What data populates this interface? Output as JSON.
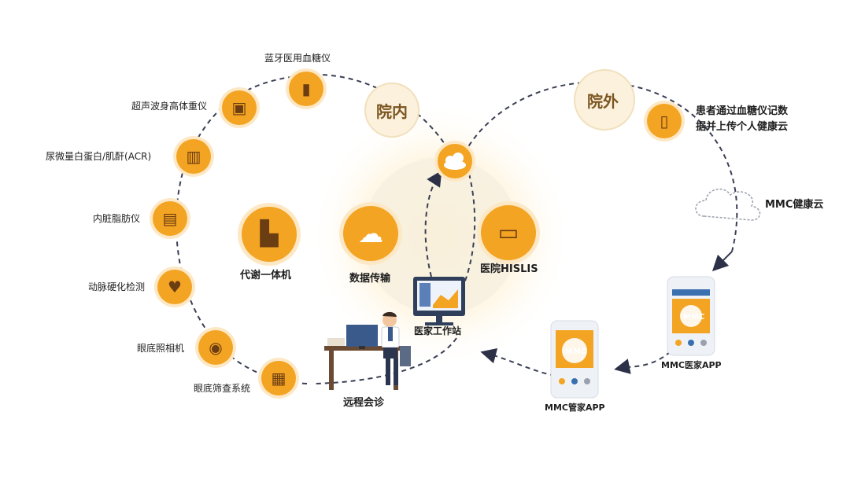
{
  "zones": {
    "inside": "院内",
    "outside": "院外"
  },
  "devices": [
    {
      "label": "蓝牙医用血糖仪",
      "icon": "glucose-meter-icon"
    },
    {
      "label": "超声波身高体重仪",
      "icon": "height-weight-scale-icon"
    },
    {
      "label": "尿微量白蛋白/肌酐(ACR)",
      "icon": "urine-test-icon"
    },
    {
      "label": "内脏脂肪仪",
      "icon": "visceral-fat-meter-icon"
    },
    {
      "label": "动脉硬化检测",
      "icon": "heart-check-icon"
    },
    {
      "label": "眼底照相机",
      "icon": "camera-icon"
    },
    {
      "label": "眼底筛查系统",
      "icon": "screening-system-icon"
    }
  ],
  "center": {
    "machine": "代谢一体机",
    "transfer": "数据传输",
    "his": "医院HISLIS",
    "workstation": "医家工作站",
    "consult": "远程会诊"
  },
  "outside": {
    "patient_upload": [
      "患者通过血糖仪记数",
      "据并上传个人健康云"
    ],
    "cloud": "MMC健康云",
    "doctor_app": "MMC医家APP",
    "steward_app": "MMC管家APP",
    "phone_logo": "MMC"
  },
  "colors": {
    "accent": "#f4a423",
    "halo": "#fde8c6",
    "dark_icon": "#6b3d12",
    "path": "#333a4d"
  }
}
